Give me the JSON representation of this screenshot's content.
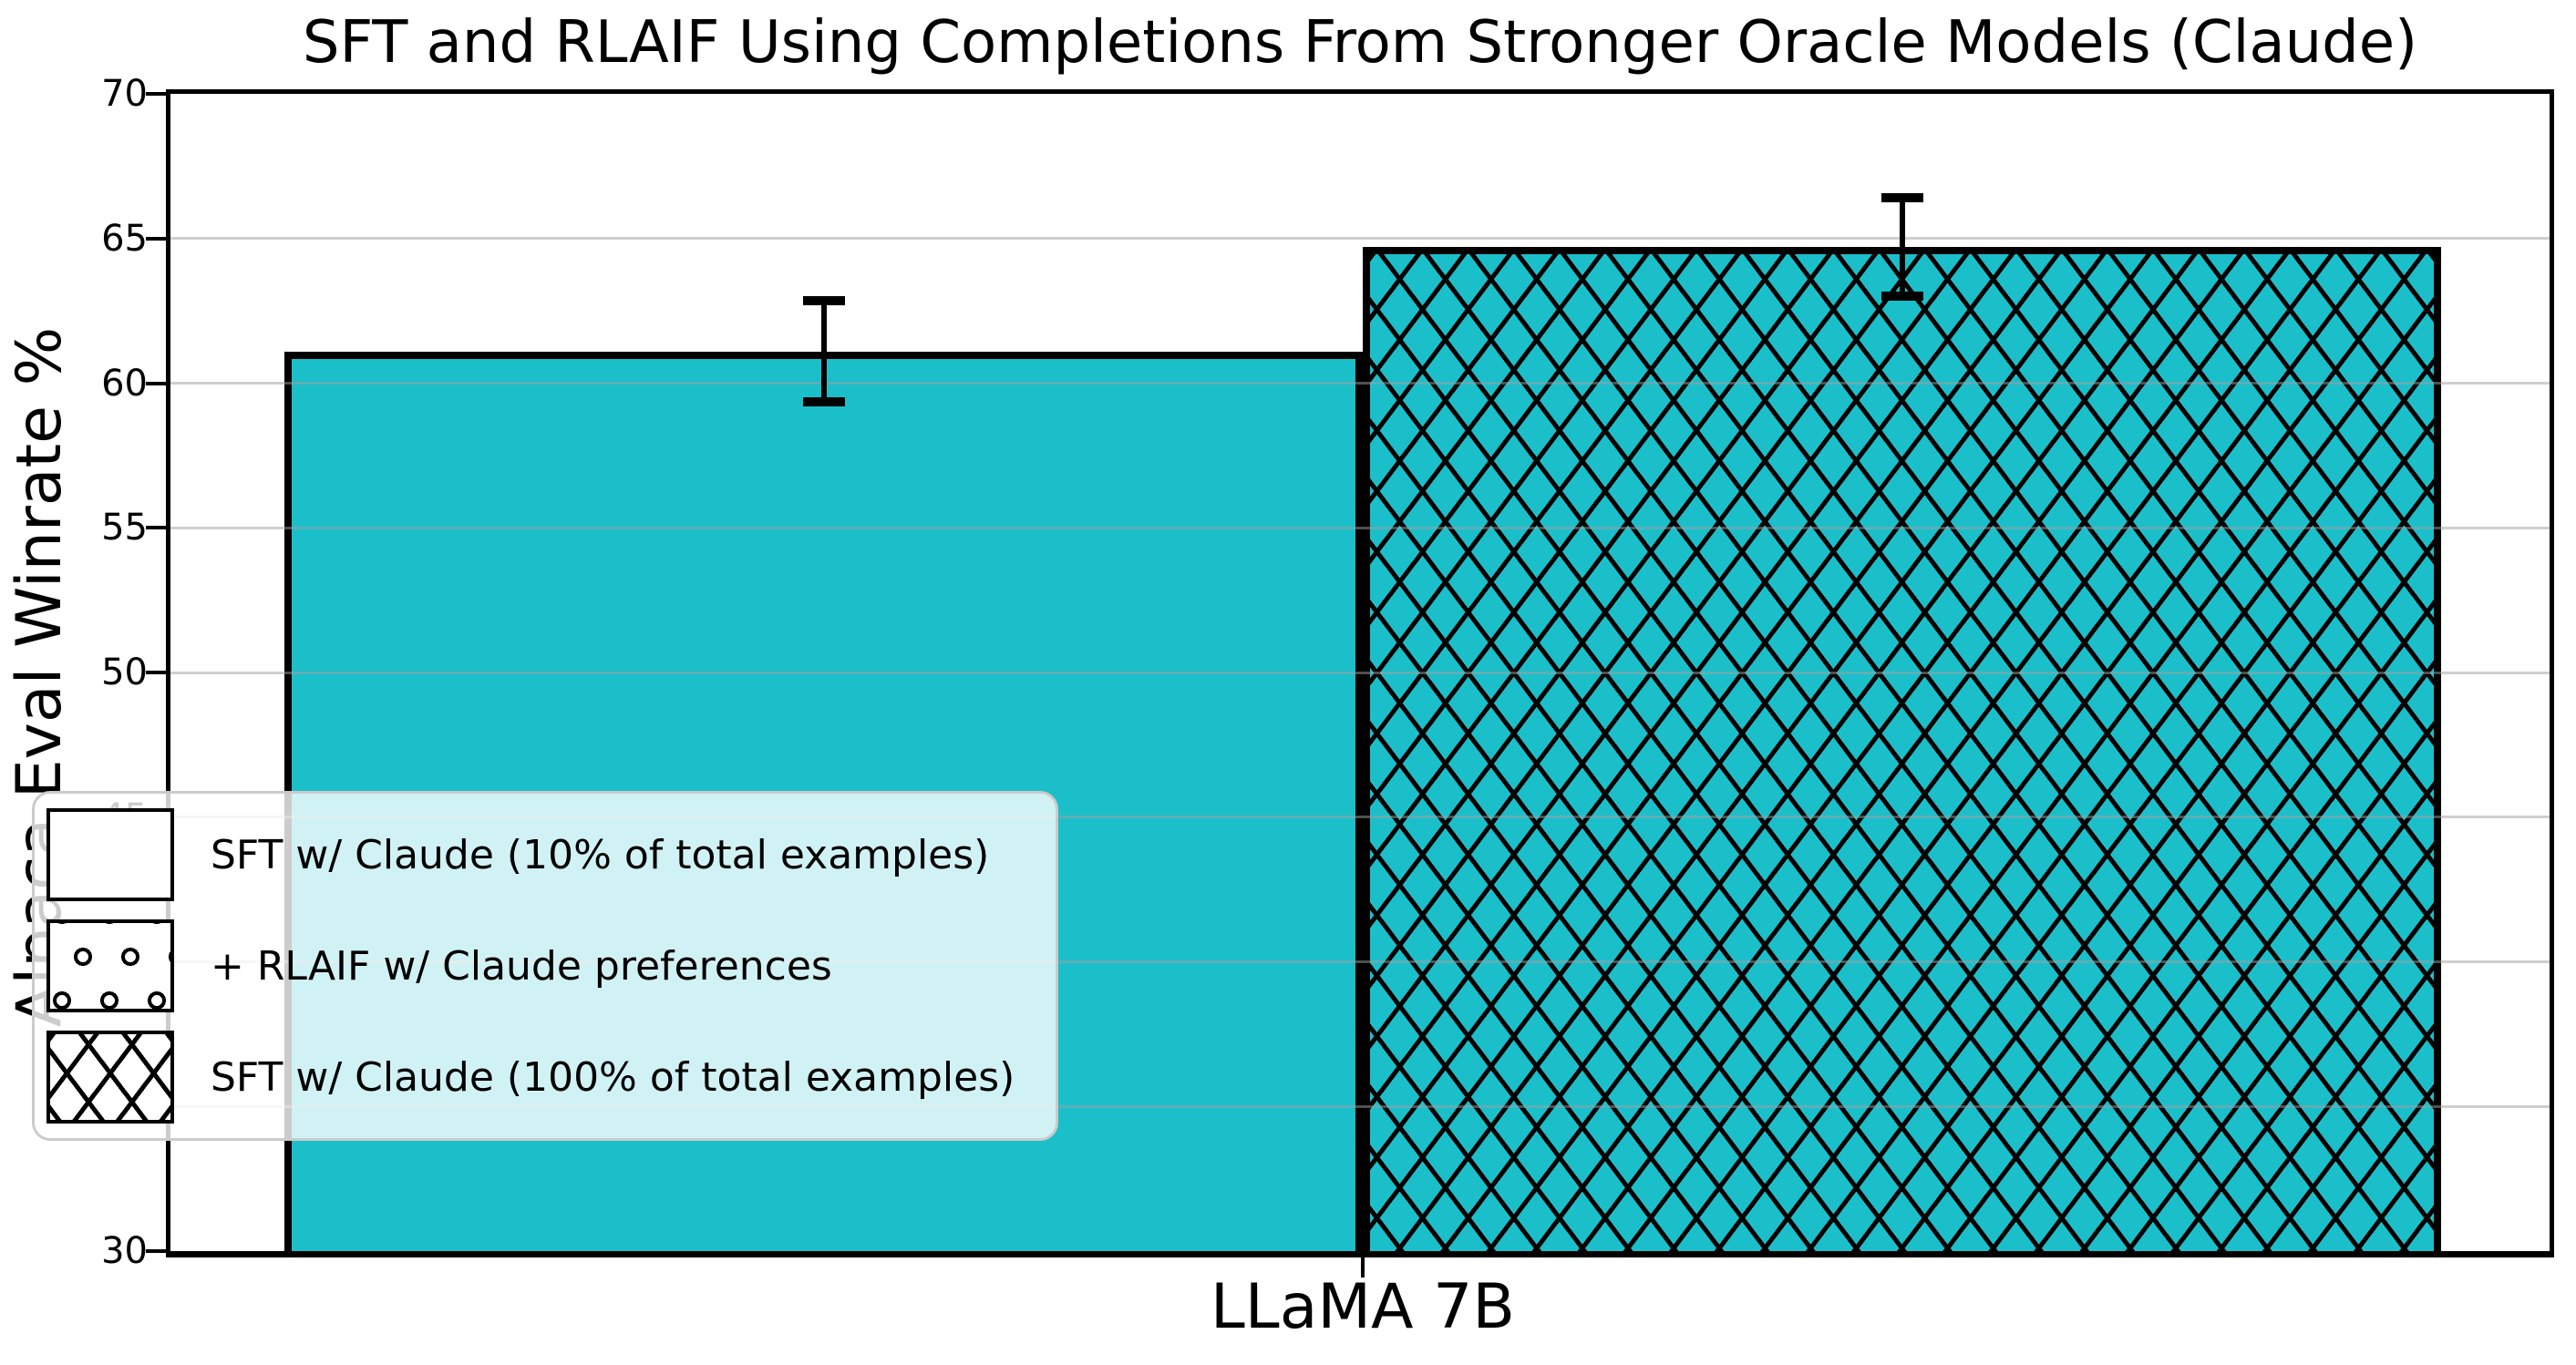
{
  "chart_data": {
    "type": "bar",
    "title": "SFT and RLAIF Using Completions From Stronger Oracle Models (Claude)",
    "ylabel": "Alpaca Eval Winrate %",
    "categories": [
      "LLaMA 7B"
    ],
    "ylim": [
      30,
      70
    ],
    "yticks": [
      30,
      35,
      40,
      45,
      50,
      55,
      60,
      65,
      70
    ],
    "grid": "horizontal",
    "legend_position": "lower-left",
    "bar_color": "#1bbfca",
    "hatch_color": "#000000",
    "series": [
      {
        "name": "SFT w/ Claude (10% of total examples)",
        "hatch": "none",
        "value": 61.1,
        "error": 1.75,
        "plotted": true
      },
      {
        "name": "+ RLAIF w/ Claude preferences",
        "hatch": "dots",
        "value": null,
        "error": null,
        "plotted": false
      },
      {
        "name": "SFT w/ Claude (100% of total examples)",
        "hatch": "crosshatch",
        "value": 64.7,
        "error": 1.7,
        "plotted": true
      }
    ]
  }
}
